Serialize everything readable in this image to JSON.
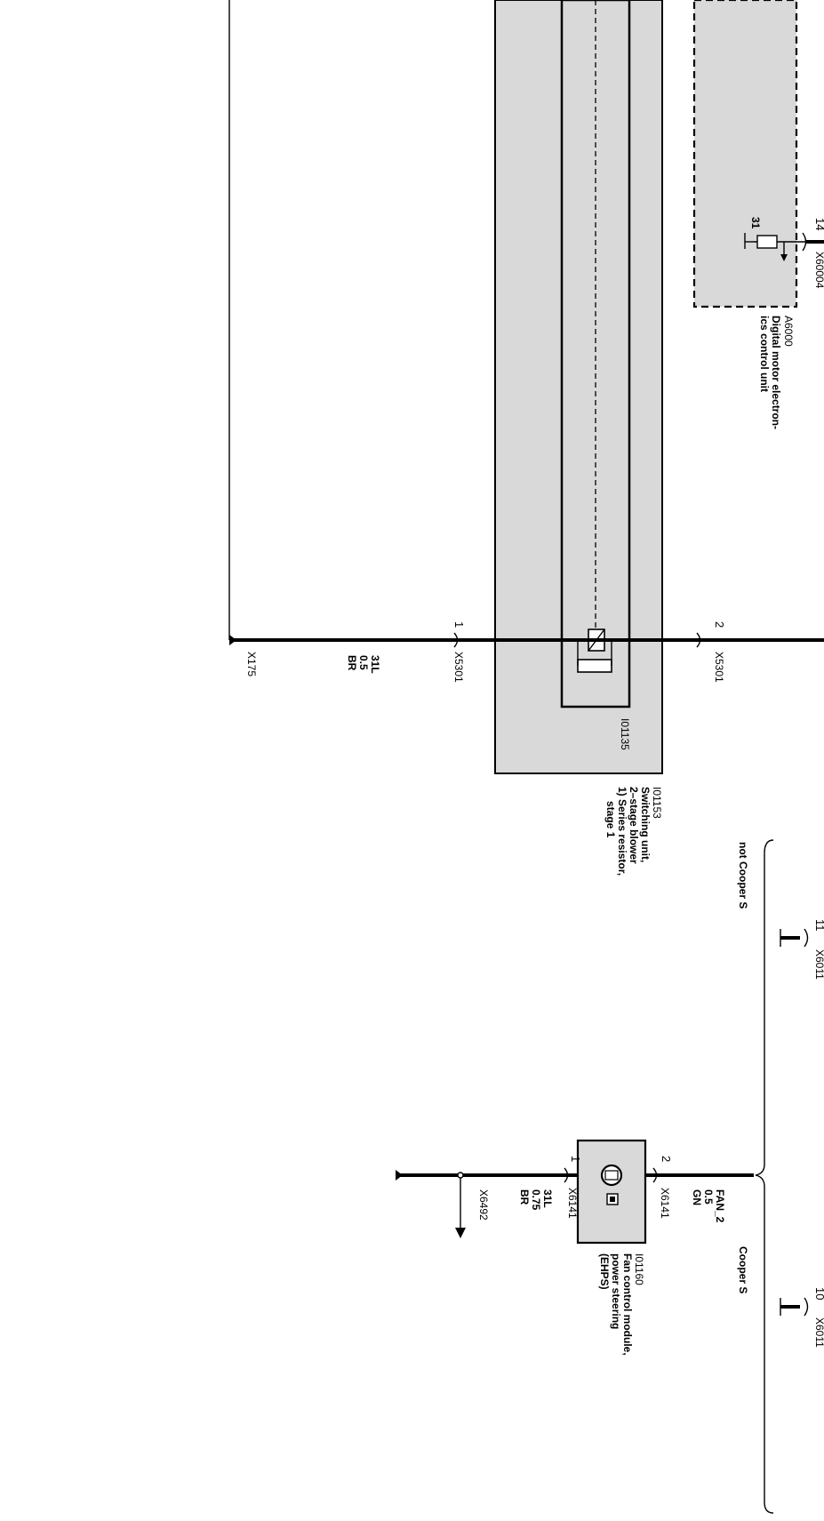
{
  "components": {
    "switching_unit": {
      "id": "I01153",
      "desc": [
        "Switching unit,",
        "2–stage blower",
        "1) Series resistor,",
        "stage 1"
      ],
      "inner_id": "I01135"
    },
    "dme": {
      "id": "A6000",
      "desc": [
        "Digital motor electron-",
        "ics control unit"
      ],
      "connector": "X60004",
      "pin": "14",
      "ground": "31"
    },
    "fan_module": {
      "id": "I01160",
      "desc": [
        "Fan control module,",
        "power steering",
        "(EHPS)"
      ],
      "connector_top": "X6141",
      "connector_bottom": "X6141",
      "pin_top": "2",
      "pin_bottom": "1"
    }
  },
  "connectors": {
    "x5301_top": "X5301",
    "x5301_bottom": "X5301",
    "x5301_top_pin": "2",
    "x5301_bottom_pin": "1",
    "x175": "X175",
    "x6492": "X6492",
    "x6011_a": "X6011",
    "x6011_a_pin": "11",
    "x6011_b": "X6011",
    "x6011_b_pin": "10"
  },
  "wires": {
    "ground_main": [
      "31L",
      "0.5",
      "BR"
    ],
    "fan_signal": [
      "FAN_2",
      "0.5",
      "GN"
    ],
    "fan_ground": [
      "31L",
      "0.75",
      "BR"
    ]
  },
  "variants": {
    "not_cooper_s": "not Cooper S",
    "cooper_s": "Cooper S"
  }
}
